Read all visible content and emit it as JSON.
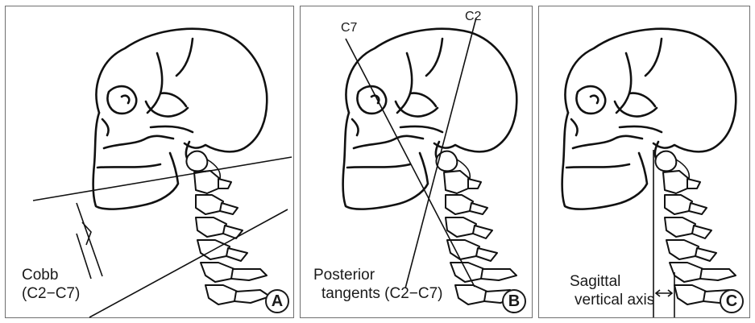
{
  "panels": [
    {
      "label": "A",
      "caption_line1": "Cobb",
      "caption_line2": "(C2−C7)"
    },
    {
      "label": "B",
      "vertebra_top": "C2",
      "vertebra_bottom": "C7",
      "caption_line1": "Posterior",
      "caption_line2": "tangents (C2−C7)"
    },
    {
      "label": "C",
      "caption_line1": "Sagittal",
      "caption_line2": "vertical axis"
    }
  ]
}
